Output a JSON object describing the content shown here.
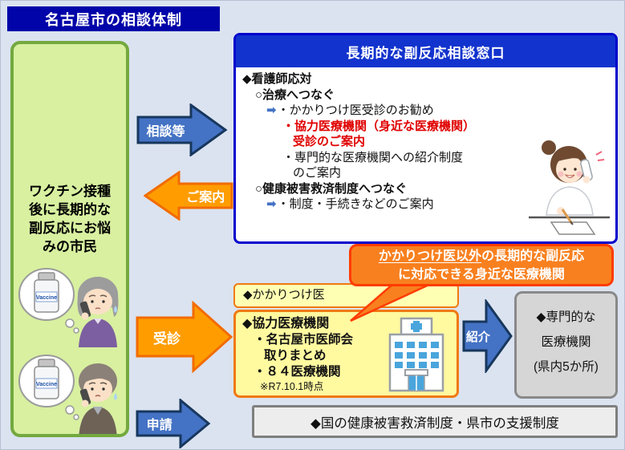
{
  "title": "名古屋市の相談体制",
  "citizen_box": {
    "line1": "ワクチン接種",
    "line2": "後に長期的な",
    "line3": "副反応にお悩",
    "line4": "みの市民",
    "vaccine_label": "Vaccine"
  },
  "consult_window": {
    "header": "長期的な副反応相談窓口",
    "l1": "◆看護師応対",
    "l2": "○治療へつなぐ",
    "l3": "・かかりつけ医受診のお勧め",
    "l4": "・協力医療機関（身近な医療機関）",
    "l5": "受診のご案内",
    "l6": "・専門的な医療機関への紹介制度",
    "l7": "のご案内",
    "l8": "○健康被害救済制度へつなぐ",
    "l9": "・制度・手続きなどのご案内"
  },
  "glyphs": {
    "flow_arrow": "➡"
  },
  "arrows": {
    "consult": "相談等",
    "guide": "ご案内",
    "visit": "受診",
    "referral": "紹介",
    "apply": "申請"
  },
  "callout": {
    "line1_underline": "かかりつけ医以外",
    "line1_rest": "の長期的な副反応",
    "line2": "に対応できる身近な医療機関"
  },
  "family_doctor_box": {
    "label": "◆かかりつけ医"
  },
  "cooperating_box": {
    "title": "◆協力医療機関",
    "item1": "・名古屋市医師会",
    "item1b": "取りまとめ",
    "item2": "・８４医療機関",
    "note": "※R7.10.1時点"
  },
  "specialist_box": {
    "line1": "◆専門的な",
    "line2": "医療機関",
    "line3": "(県内5か所)"
  },
  "support_box": {
    "label": "◆国の健康被害救済制度・県市の支援制度"
  },
  "colors": {
    "accent_blue": "#4472c4",
    "accent_orange": "#ff9d00",
    "header_navy": "#0104a8",
    "window_blue": "#1233cd",
    "callout_orange": "#f8801f",
    "callout_border_red": "#ff3c00",
    "alert_red": "#e00000",
    "citizen_green": "#d8f0a0"
  }
}
